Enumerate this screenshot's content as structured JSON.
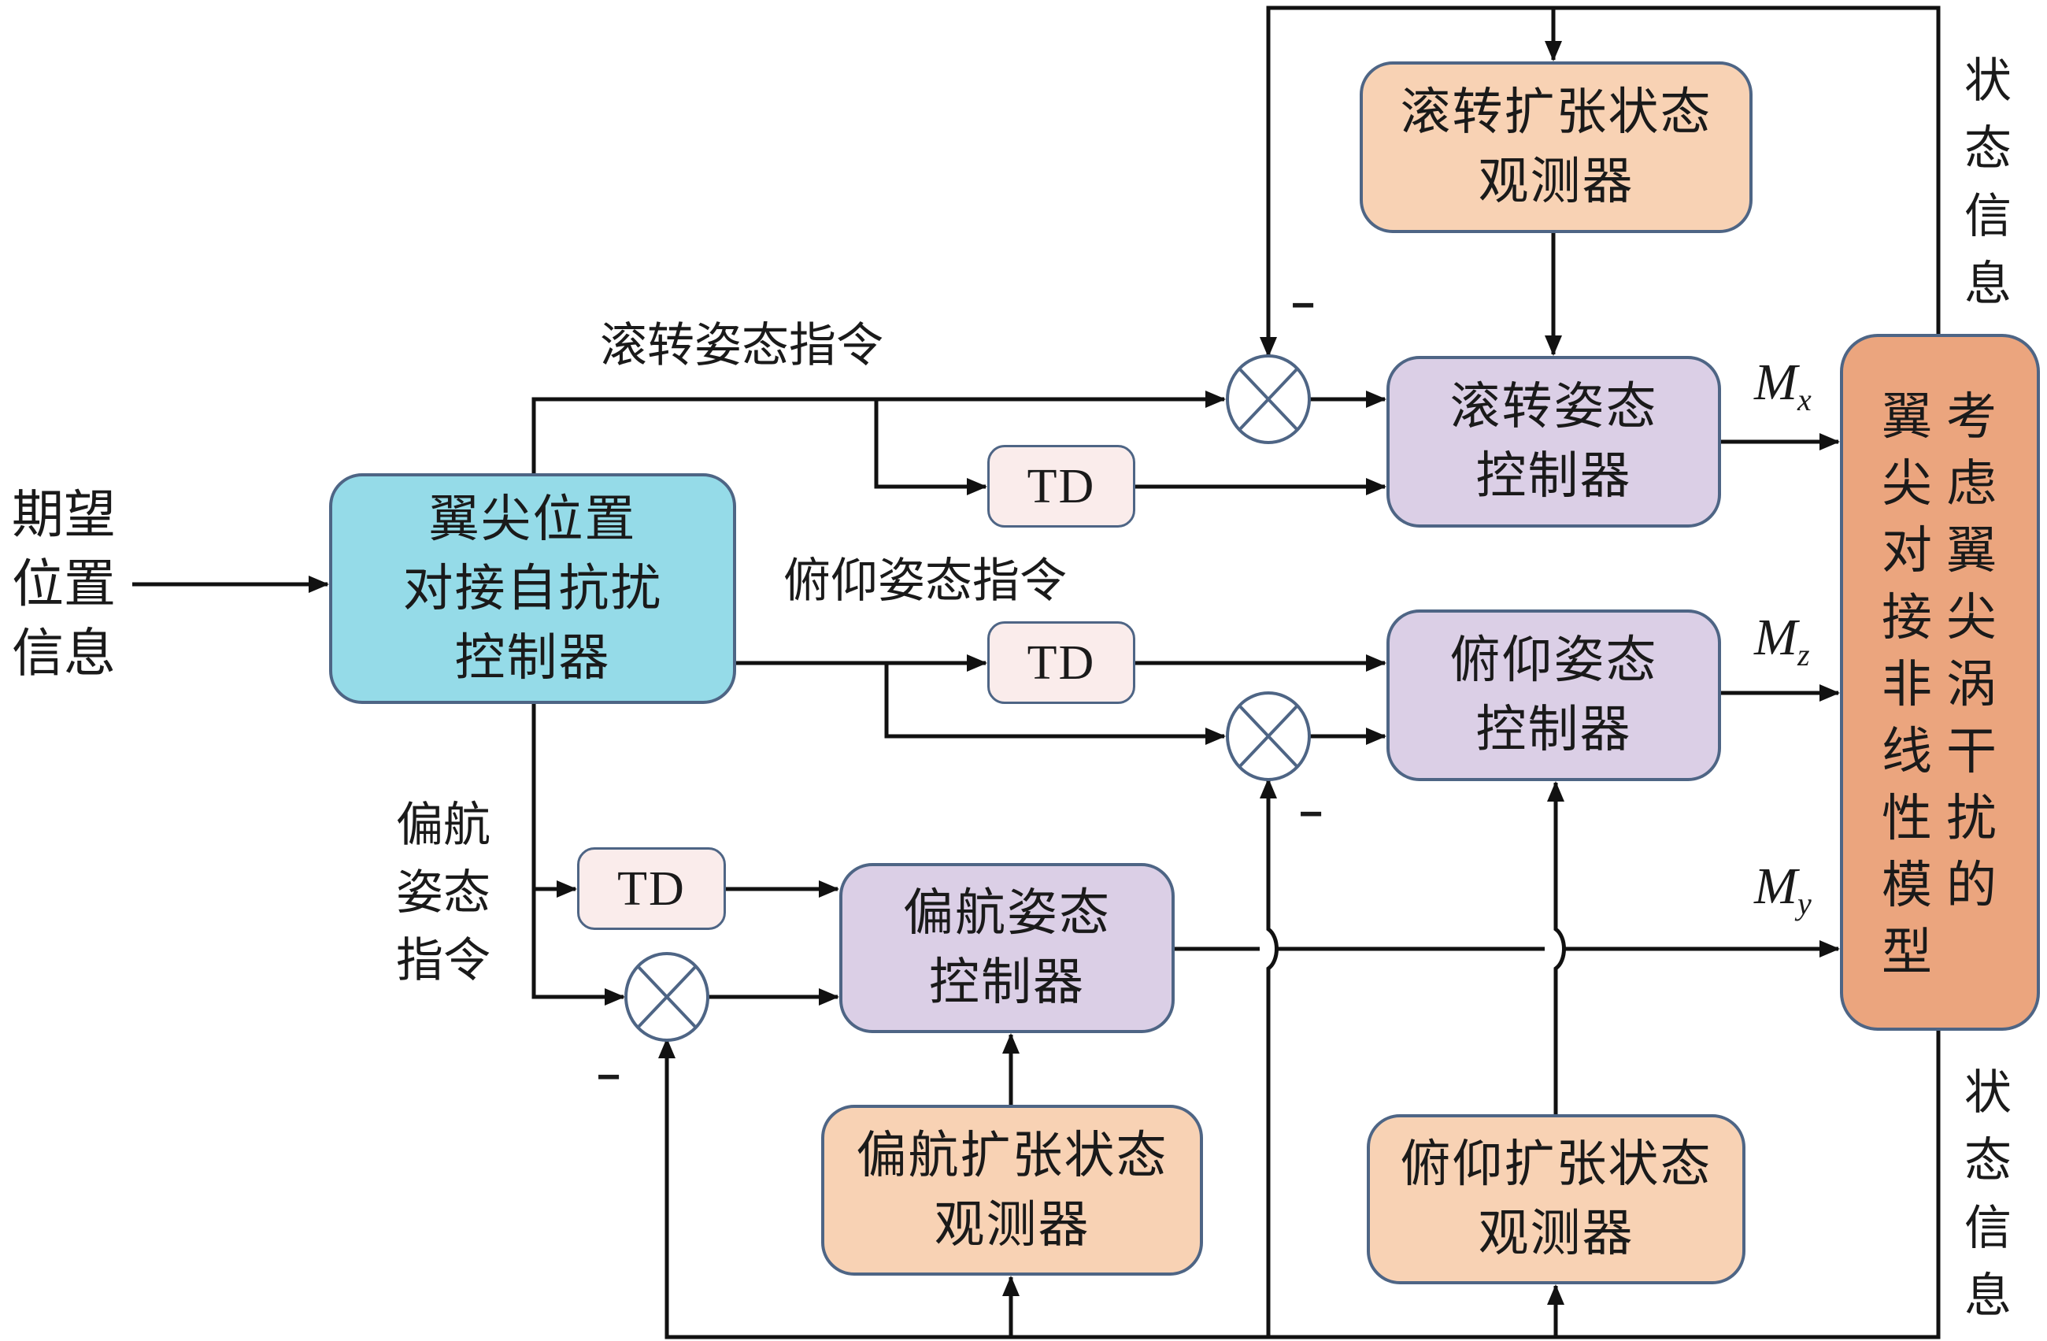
{
  "input_label": "期望位置信息",
  "blocks": {
    "main_controller": {
      "lines": [
        "翼尖位置",
        "对接自抗扰",
        "控制器"
      ],
      "color": "#95dbe8"
    },
    "roll_controller": {
      "lines": [
        "滚转姿态",
        "控制器"
      ],
      "color": "#dbcfe6"
    },
    "pitch_controller": {
      "lines": [
        "俯仰姿态",
        "控制器"
      ],
      "color": "#dbcfe6"
    },
    "yaw_controller": {
      "lines": [
        "偏航姿态",
        "控制器"
      ],
      "color": "#dbcfe6"
    },
    "roll_observer": {
      "lines": [
        "滚转扩张状态",
        "观测器"
      ],
      "color": "#f8d2b4"
    },
    "pitch_observer": {
      "lines": [
        "俯仰扩张状态",
        "观测器"
      ],
      "color": "#f8d2b4"
    },
    "yaw_observer": {
      "lines": [
        "偏航扩张状态",
        "观测器"
      ],
      "color": "#f8d2b4"
    },
    "td_label": "TD",
    "plant": {
      "columns": [
        "翼尖对接非线性模型",
        "考虑翼尖涡干扰的"
      ],
      "full_text": "考虑翼尖涡干扰的翼尖对接非线性模型",
      "color": "#eba57e"
    }
  },
  "commands": {
    "roll": "滚转姿态指令",
    "pitch": "俯仰姿态指令",
    "yaw": "偏航姿态指令"
  },
  "signals": {
    "mx": {
      "base": "M",
      "sub": "x"
    },
    "mz": {
      "base": "M",
      "sub": "z"
    },
    "my": {
      "base": "M",
      "sub": "y"
    }
  },
  "feedback_label_top": "状态信息",
  "feedback_label_bottom": "状态信息",
  "minus_sign": "−",
  "summing_junction_symbol": "⊗",
  "colors": {
    "wire": "#111111",
    "junction_stroke": "#4e6585",
    "box_border": "#4e6585"
  }
}
